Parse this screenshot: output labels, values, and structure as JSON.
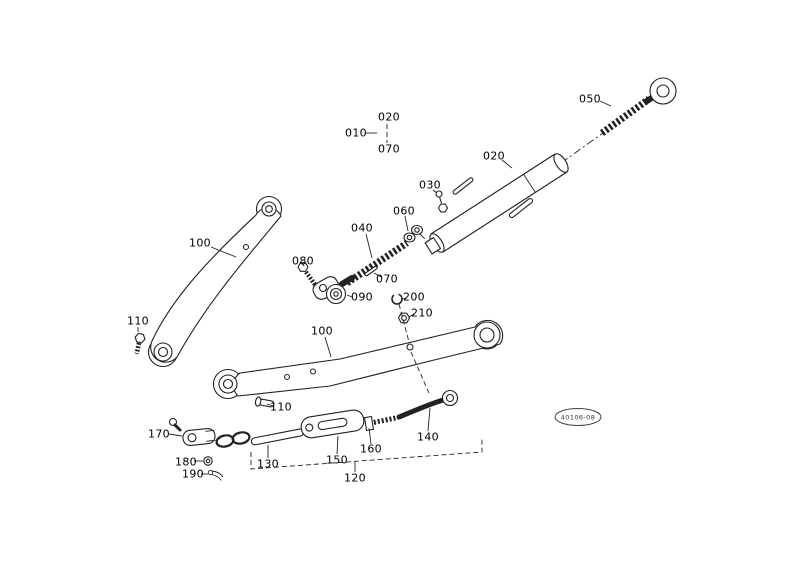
{
  "diagram": {
    "ink": "#222222",
    "callouts": [
      {
        "label": "010"
      },
      {
        "label": "020"
      },
      {
        "label": "070"
      },
      {
        "label": "050"
      },
      {
        "label": "020"
      },
      {
        "label": "030"
      },
      {
        "label": "060"
      },
      {
        "label": "040"
      },
      {
        "label": "080"
      },
      {
        "label": "070"
      },
      {
        "label": "090"
      },
      {
        "label": "100"
      },
      {
        "label": "110"
      },
      {
        "label": "100"
      },
      {
        "label": "200"
      },
      {
        "label": "210"
      },
      {
        "label": "110"
      },
      {
        "label": "170"
      },
      {
        "label": "180"
      },
      {
        "label": "190"
      },
      {
        "label": "130"
      },
      {
        "label": "150"
      },
      {
        "label": "160"
      },
      {
        "label": "140"
      },
      {
        "label": "120"
      }
    ],
    "stamp": {
      "text": "40106-08"
    }
  }
}
